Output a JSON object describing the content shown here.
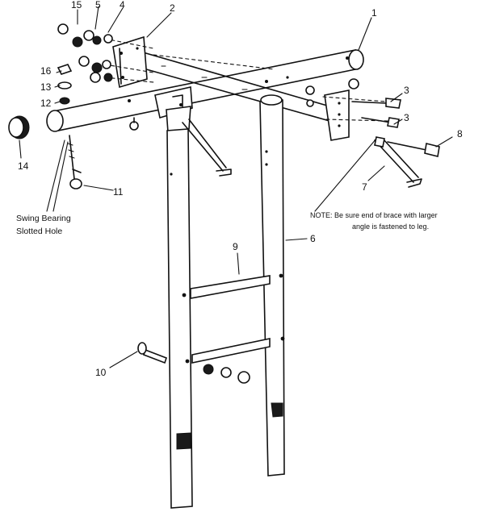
{
  "callouts": {
    "p1": "1",
    "p2": "2",
    "p3a": "3",
    "p3b": "3",
    "p4": "4",
    "p5": "5",
    "p6": "6",
    "p7": "7",
    "p8": "8",
    "p9": "9",
    "p10": "10",
    "p11": "11",
    "p12": "12",
    "p13": "13",
    "p14": "14",
    "p15": "15",
    "p16": "16"
  },
  "swing_bearing": {
    "line1": "Swing Bearing",
    "line2": "Slotted Hole"
  },
  "note": {
    "line1": "NOTE:  Be sure end of brace with larger",
    "line2": "angle is fastened to leg."
  }
}
